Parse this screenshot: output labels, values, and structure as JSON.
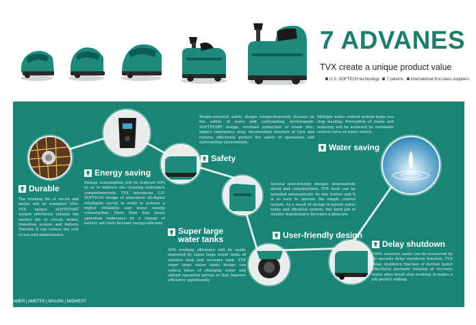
{
  "brand": {
    "title": "7 ADVANES",
    "subtitle": "TVX create a unique product value",
    "tags": [
      "U.S. SOFTECH technology",
      "7 patents",
      "international first-class suppliers"
    ]
  },
  "colors": {
    "panel": "#1a8577",
    "title": "#1f7d6e",
    "machine": "#1d8a7c"
  },
  "features": {
    "durable": {
      "title": "Durable",
      "text": "The working life of circuit and motor will be extended 30%. TVX unique SOFTSTART system effectively extends the service life of circuit, motor, transition system and battery. Thereby it can reduce the cost of use and maintenance."
    },
    "energy": {
      "title": "Energy saving",
      "text": "Energy consumption will be reduced 40% so as to improve the cleaning endurance comprehensively. TVX introduces U.S. SOFTECH design of innovative all-digital intelligent circuit in order to achieve a higher reliability and lower energy consumption. More than four hours operation endurance by a charge of battery will truly become energy-efficient."
    },
    "safety": {
      "title": "Safety",
      "text": "People-oriented safety design comprehensively focuses on the safety of users and surrounding environment. SOFTSTART design, overload protection of brush disc, impact emergency stop, deceleration function of turn and reverse effectively protect the safety of operations and surrounding environment."
    },
    "water_large": {
      "title_1": "Super large",
      "title_2": "water tanks",
      "text": "30% working efficiency will be easily improved by super large water tanks of solution tank and recovery tank. TVX super large water tanks design can reduce times of changing water and extend operation period so that improve efficiency significantly."
    },
    "user": {
      "title": "User-friendly design",
      "text": "Several user-friendly designs demonstrate detail and consideration. TVX bush can be installed automatically by one button and it is so easy to operate the simple control system. As a result of design of patent water tanks and filtration system, the hard job of routine maintenance becomes a pleasure."
    },
    "water_saving": {
      "title": "Water saving",
      "text": "Multiple water control system helps you stop wasting. Prevention of waste and watering will be achieved by automatic control valve of water switch."
    },
    "delay": {
      "title": "Delay shutdown",
      "text": "100% recovery water can be recovered by 30 seconds delay shutdown function. TVX delay shutdown function of suction motor effectively prevents missing of recovery water after brush stop working. It makes a job perfect ending."
    }
  },
  "footer": "■ AMER  |  AMETEK  |  MALISH  |  MIDWEST"
}
